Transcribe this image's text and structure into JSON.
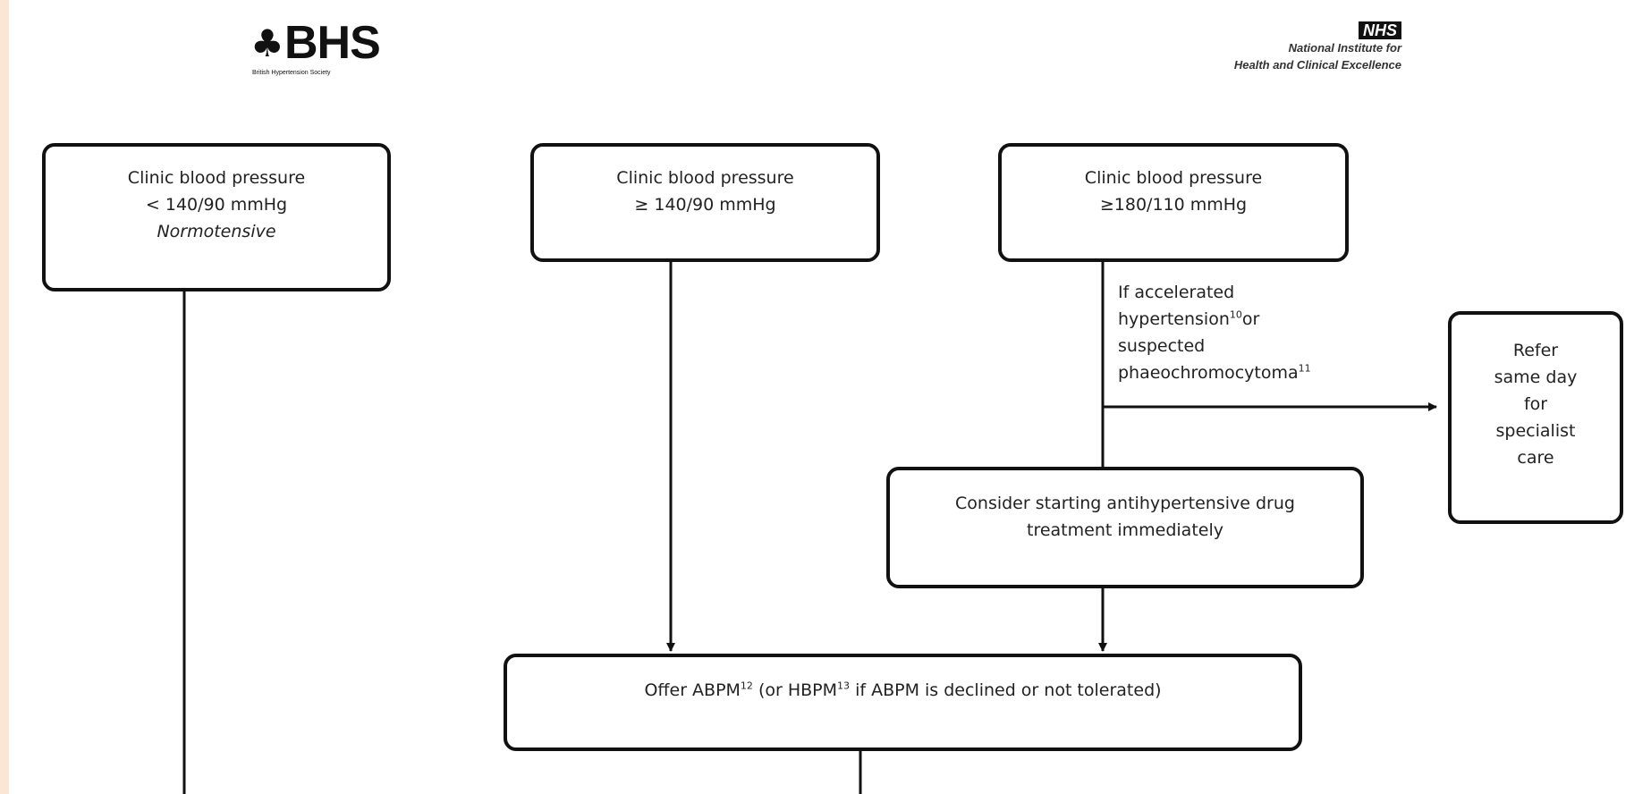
{
  "header": {
    "bhs_logo_text": "BHS",
    "bhs_subtitle": "British Hypertension Society",
    "nhs_logo_text": "NHS",
    "nice_line1": "National Institute for",
    "nice_line2": "Health and Clinical Excellence"
  },
  "boxes": {
    "normotensive": {
      "line1": "Clinic blood pressure",
      "line2": "< 140/90 mmHg",
      "line3": "Normotensive"
    },
    "elevated": {
      "line1": "Clinic blood pressure",
      "line2": "≥ 140/90 mmHg"
    },
    "severe": {
      "line1": "Clinic blood pressure",
      "line2": "≥180/110 mmHg"
    },
    "refer": {
      "line1": "Refer",
      "line2": "same day",
      "line3": "for",
      "line4": "specialist",
      "line5": "care"
    },
    "consider": {
      "line1": "Consider starting antihypertensive drug",
      "line2": "treatment immediately"
    },
    "abpm": {
      "part1": "Offer ABPM",
      "sup1": "12",
      "part2": " (or HBPM",
      "sup2": "13",
      "part3": " if ABPM is declined or not tolerated)"
    }
  },
  "condition": {
    "line1": "If accelerated",
    "line2a": "hypertension",
    "line2sup": "10",
    "line2b": "or",
    "line3": "suspected",
    "line4a": "phaeochromocytoma",
    "line4sup": "11"
  },
  "colors": {
    "page_bg": "#fbe6d6",
    "box_border": "#111111",
    "text": "#222222"
  }
}
